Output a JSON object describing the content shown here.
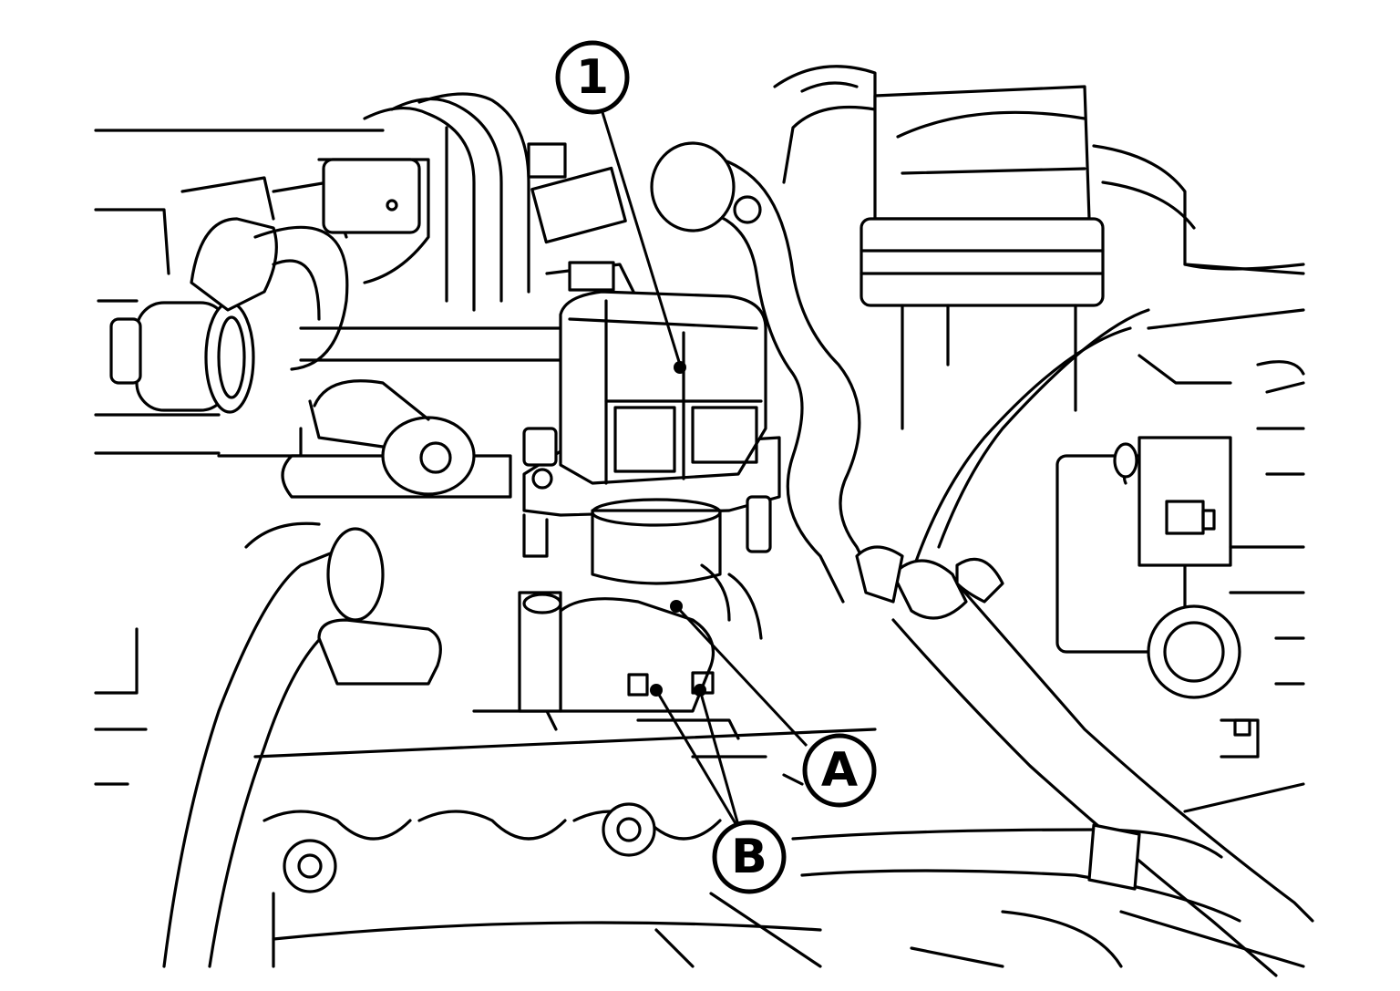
{
  "callouts": {
    "part_1": "1",
    "label_a": "A",
    "label_b": "B"
  },
  "colors": {
    "line": "#000000",
    "background": "#ffffff"
  }
}
